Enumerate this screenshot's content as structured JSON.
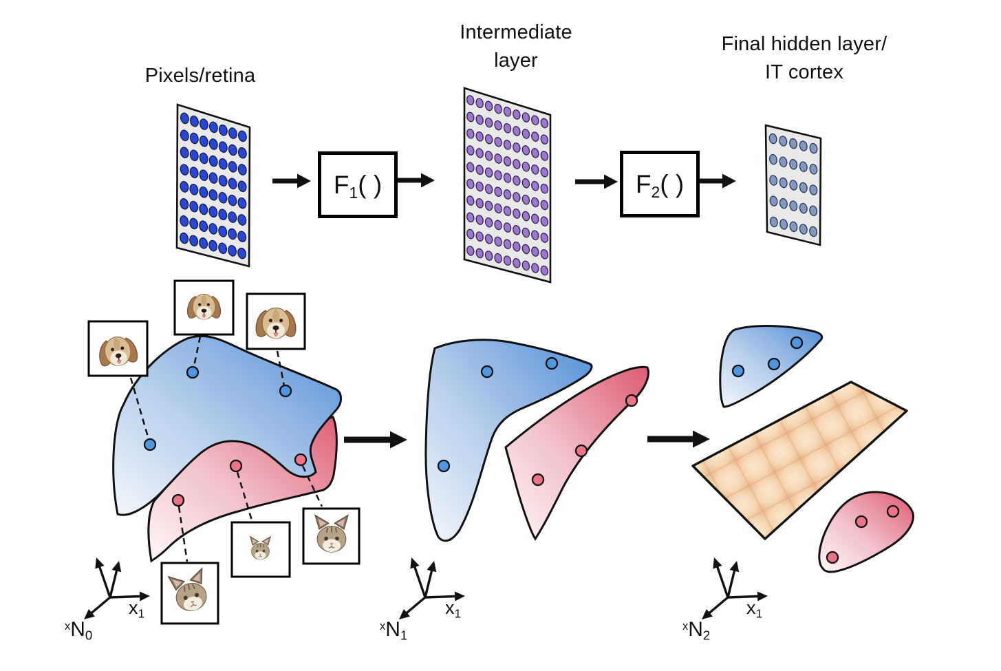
{
  "figure": {
    "stage_titles": {
      "pixels": {
        "line1": "Pixels/retina",
        "line2": ""
      },
      "intermediate": {
        "line1": "Intermediate",
        "line2": "layer"
      },
      "final": {
        "line1": "Final hidden layer/",
        "line2": "IT cortex"
      }
    },
    "function_boxes": {
      "f1": {
        "name": "F",
        "sub": "1",
        "args": "( )"
      },
      "f2": {
        "name": "F",
        "sub": "2",
        "args": "( )"
      }
    },
    "axes": {
      "x": {
        "name": "x",
        "sub": "1"
      },
      "stages": [
        {
          "sup": "x",
          "name": "N",
          "sub": "0"
        },
        {
          "sup": "x",
          "name": "N",
          "sub": "1"
        },
        {
          "sup": "x",
          "name": "N",
          "sub": "2"
        }
      ]
    },
    "panels": [
      {
        "id": "pixels-retina",
        "dot_cols": 7,
        "dot_rows": 8,
        "dot_count": 56,
        "dot_color": "#2a46d4",
        "dot_outline": "#121a45",
        "surface_color": "#e9e9e9"
      },
      {
        "id": "intermediate-layer",
        "dot_cols": 9,
        "dot_rows": 10,
        "dot_count": 90,
        "dot_color": "#9d76cd",
        "dot_outline": "#32244e",
        "surface_color": "#e9e9e9"
      },
      {
        "id": "final-hidden-layer",
        "dot_cols": 5,
        "dot_rows": 5,
        "dot_count": 25,
        "dot_color": "#8298bf",
        "dot_outline": "#2b3854",
        "surface_color": "#e9e9e9"
      }
    ],
    "manifolds": {
      "colors": {
        "dog": "#5290d8",
        "cat": "#dd5a72",
        "dog_point": "#4e96e0",
        "cat_point": "#ed7388",
        "plane": "#f2c99a"
      },
      "stage1": {
        "dog_points": [
          [
            280,
            541
          ],
          [
            415,
            568
          ],
          [
            218,
            646
          ]
        ],
        "cat_points": [
          [
            259,
            727
          ],
          [
            343,
            677
          ],
          [
            437,
            668
          ]
        ]
      },
      "stage2": {
        "dog_points": [
          [
            708,
            540
          ],
          [
            802,
            528
          ],
          [
            645,
            677
          ]
        ],
        "cat_points": [
          [
            918,
            582
          ],
          [
            845,
            655
          ],
          [
            782,
            697
          ]
        ]
      },
      "stage3": {
        "dog_points": [
          [
            1073,
            539
          ],
          [
            1125,
            529
          ],
          [
            1158,
            498
          ]
        ],
        "cat_points": [
          [
            1252,
            758
          ],
          [
            1298,
            743
          ],
          [
            1210,
            810
          ]
        ]
      }
    },
    "stimuli": {
      "dog_images": 3,
      "cat_images": 3,
      "dog_kind": "beagle-dog-face",
      "cat_kind": "tabby-cat-face"
    }
  }
}
